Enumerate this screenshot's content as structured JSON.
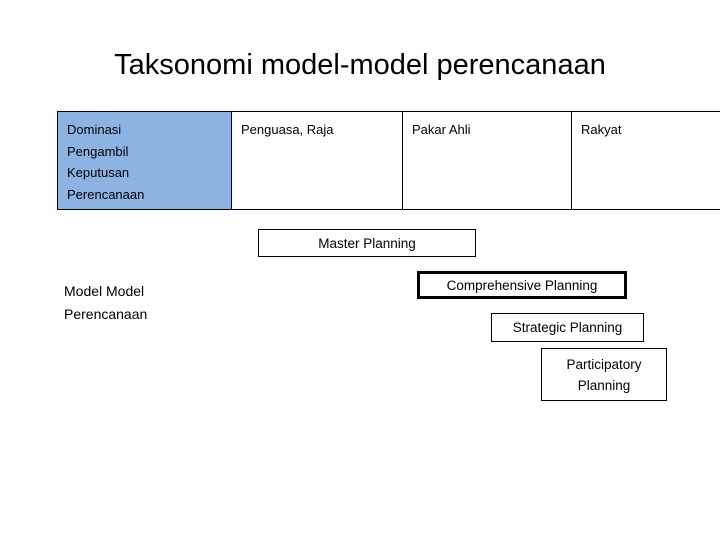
{
  "slide": {
    "title": "Taksonomi model-model perencanaan"
  },
  "table": {
    "columns": [
      {
        "name": "dominasi",
        "highlight_color": "#8cb3e2",
        "lines": [
          "Dominasi",
          "Pengambil",
          "Keputusan",
          "Perencanaan"
        ]
      },
      {
        "name": "penguasa-raja",
        "highlight_color": "#ffffff",
        "lines": [
          "Penguasa, Raja"
        ]
      },
      {
        "name": "pakar-ahli",
        "highlight_color": "#ffffff",
        "lines": [
          "Pakar Ahli"
        ]
      },
      {
        "name": "rakyat",
        "highlight_color": "#ffffff",
        "lines": [
          "Rakyat"
        ]
      }
    ]
  },
  "caption": {
    "lines": [
      "Model Model",
      "Perencanaan"
    ]
  },
  "boxes": [
    {
      "name": "master-planning",
      "lines": [
        "Master Planning"
      ]
    },
    {
      "name": "comprehensive-planning",
      "lines": [
        "Comprehensive Planning"
      ]
    },
    {
      "name": "strategic-planning",
      "lines": [
        "Strategic Planning"
      ]
    },
    {
      "name": "participatory-planning",
      "lines": [
        "Participatory",
        "Planning"
      ]
    }
  ],
  "colors": {
    "highlight": "#8cb3e2",
    "border": "#000000",
    "background": "#ffffff",
    "text": "#000000"
  }
}
